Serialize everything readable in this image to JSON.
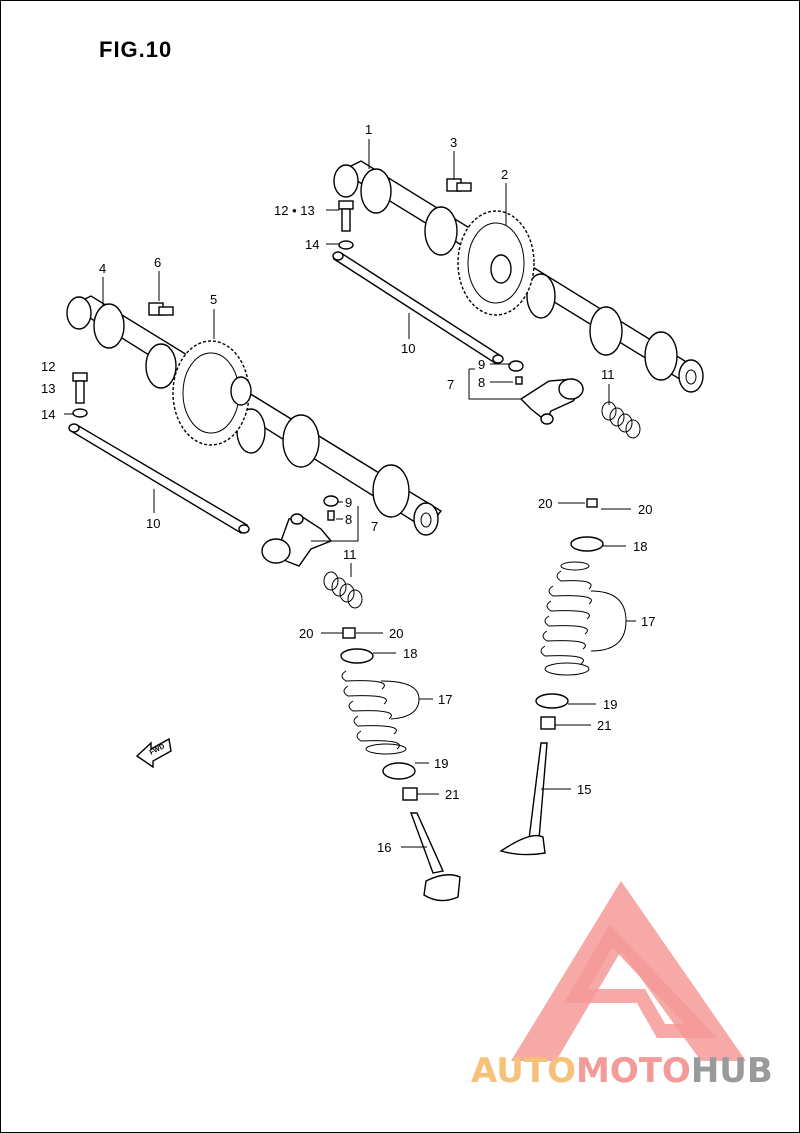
{
  "figure": {
    "title": "FIG.10"
  },
  "labels": {
    "p1": "1",
    "p2": "2",
    "p3": "3",
    "p4": "4",
    "p5": "5",
    "p6": "6",
    "p12_13_top": "12 • 13",
    "p14_top": "14",
    "p10_right": "10",
    "p9_right": "9",
    "p8_right": "8",
    "p7_right": "7",
    "p11_right": "11",
    "p12_left": "12",
    "p13_left": "13",
    "p14_left": "14",
    "p10_left": "10",
    "p9_left": "9",
    "p8_left": "8",
    "p7_left": "7",
    "p11_left": "11",
    "p20_right_a": "20",
    "p20_right_b": "20",
    "p18_right": "18",
    "p17_right": "17",
    "p19_right": "19",
    "p21_right": "21",
    "p15": "15",
    "p20_left_a": "20",
    "p20_left_b": "20",
    "p18_left": "18",
    "p17_left": "17",
    "p19_left": "19",
    "p21_left": "21",
    "p16": "16"
  },
  "fwd_label": "FWD",
  "watermark": {
    "part_a": "AUTO",
    "part_b": "MOTO",
    "part_c": "HUB"
  },
  "colors": {
    "watermark_orange": "#f6c27a",
    "watermark_red": "#f49a98",
    "watermark_gray": "#9a9a9a"
  }
}
